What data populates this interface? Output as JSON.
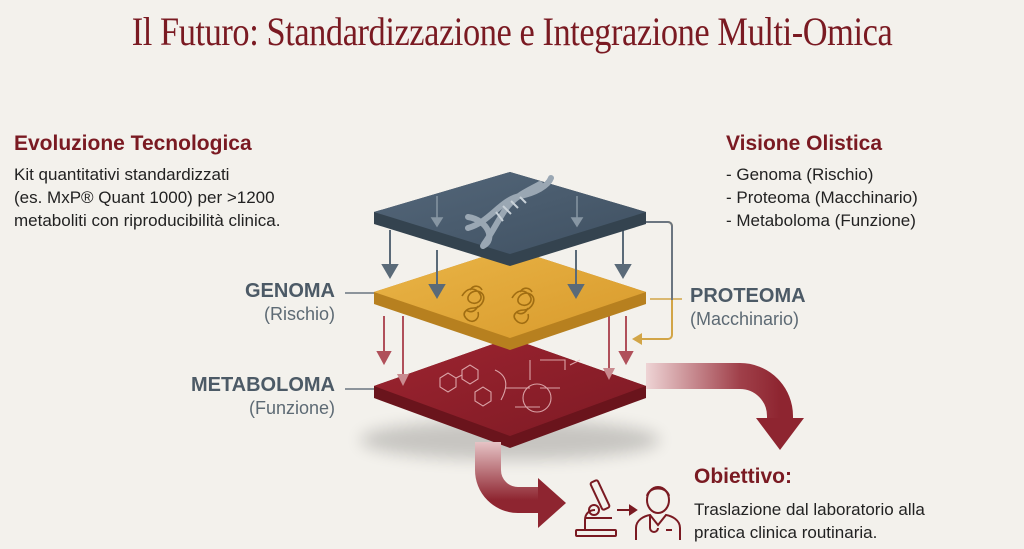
{
  "title": "Il Futuro: Standardizzazione e Integrazione Multi-Omica",
  "left_panel": {
    "heading": "Evoluzione Tecnologica",
    "lines": [
      "Kit quantitativi standardizzati",
      "(es. MxP® Quant 1000) per >1200",
      "metaboliti con riproducibilità clinica."
    ]
  },
  "right_panel": {
    "heading": "Visione Olistica",
    "items": [
      "- Genoma (Rischio)",
      "- Proteoma (Macchinario)",
      "- Metaboloma (Funzione)"
    ]
  },
  "layers": [
    {
      "name": "GENOMA",
      "role": "(Rischio)",
      "color": "#4a5c6c",
      "icon": "dna-icon"
    },
    {
      "name": "PROTEOMA",
      "role": "(Macchinario)",
      "color": "#e0a93a",
      "icon": "protein-icon"
    },
    {
      "name": "METABOLOMA",
      "role": "(Funzione)",
      "color": "#8e1e28",
      "icon": "metabolic-network-icon"
    }
  ],
  "goal": {
    "heading": "Obiettivo:",
    "lines": [
      "Traslazione dal laboratorio alla",
      "pratica clinica routinaria."
    ],
    "icons": [
      "microscope-icon",
      "arrow-right-icon",
      "doctor-icon"
    ]
  },
  "colors": {
    "accent": "#7a1a22",
    "background": "#f3f1ec",
    "genome": "#4a5c6c",
    "proteome": "#e0a93a",
    "metabolome": "#8e1e28",
    "label": "#4c5a66"
  }
}
